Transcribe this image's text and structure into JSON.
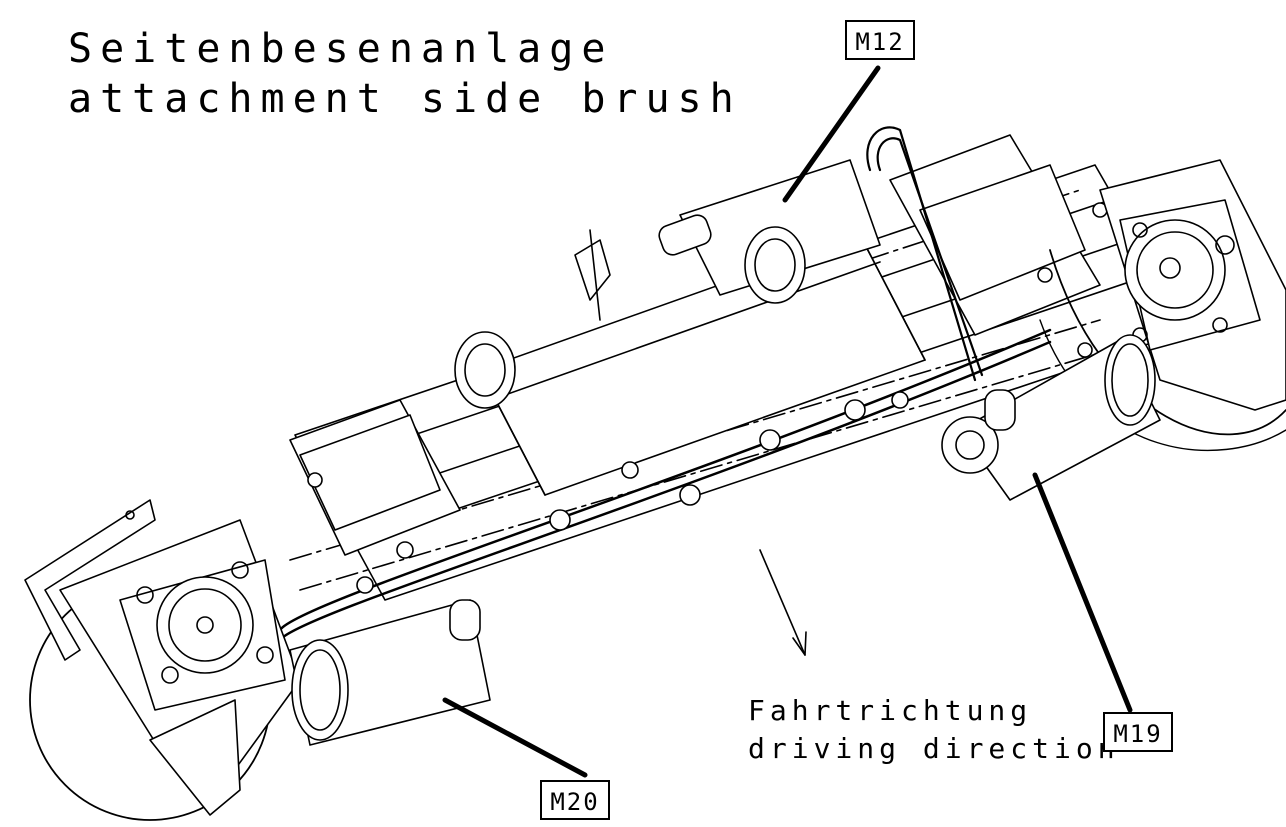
{
  "title": {
    "german": "Seitenbesenanlage",
    "english": "attachment side brush"
  },
  "direction": {
    "german": "Fahrtrichtung",
    "english": "driving direction"
  },
  "callouts": {
    "m12": "M12",
    "m19": "M19",
    "m20": "M20"
  },
  "colors": {
    "line": "#000000",
    "background": "#ffffff"
  }
}
